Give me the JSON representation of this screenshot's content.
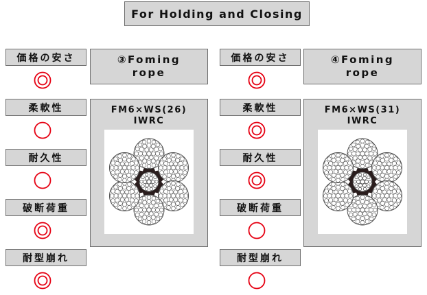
{
  "title": "For Holding and Closing",
  "properties": [
    "価格の安さ",
    "柔軟性",
    "耐久性",
    "破断荷重",
    "耐型崩れ"
  ],
  "ropes": [
    {
      "number": "③",
      "name_line1": "Foming",
      "name_line2": "rope",
      "spec_line1": "FM6×WS(26)",
      "spec_line2": "IWRC",
      "ratings": [
        "double-circle",
        "circle",
        "circle",
        "double-circle",
        "double-circle"
      ]
    },
    {
      "number": "④",
      "name_line1": "Foming",
      "name_line2": "rope",
      "spec_line1": "FM6×WS(31)",
      "spec_line2": "IWRC",
      "ratings": [
        "double-circle",
        "double-circle",
        "double-circle",
        "circle",
        "circle"
      ]
    }
  ],
  "colors": {
    "panel": "#d6d6d6",
    "border": "#6e6e6e",
    "rating": "#e60012",
    "core": "#2a1d1d"
  }
}
